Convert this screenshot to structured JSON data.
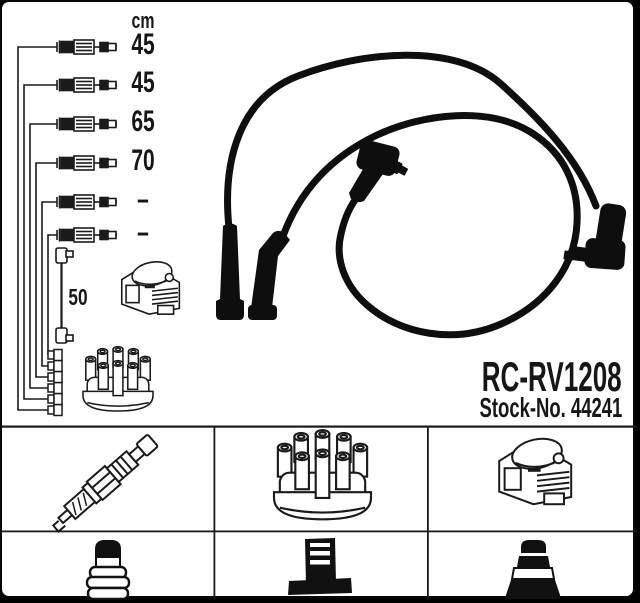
{
  "product": {
    "part_number": "RC-RV1208",
    "stock_number": "Stock-No. 44241"
  },
  "length_diagram": {
    "unit_label": "cm",
    "cable_lengths": [
      "45",
      "45",
      "65",
      "70",
      "–",
      "–"
    ],
    "coil_wire_length": "50"
  },
  "legend": {
    "row1_icons": [
      "spark-plug",
      "distributor-cap",
      "ignition-coil"
    ],
    "row2_icons": [
      "terminal-cap",
      "distributor-connector",
      "spark-plug-boot"
    ]
  },
  "colors": {
    "paper": "#ffffff",
    "ink": "#1a1a1a",
    "photo_black": "#0e0e0e"
  }
}
